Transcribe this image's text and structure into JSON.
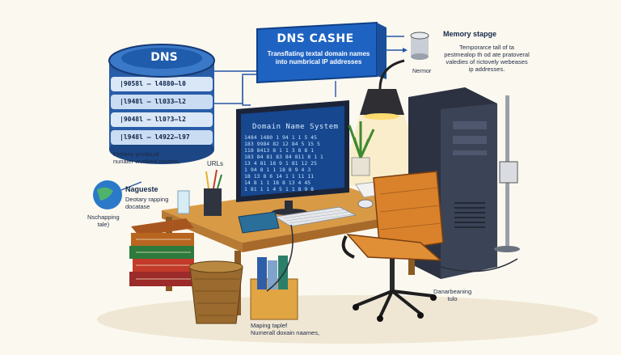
{
  "database": {
    "label": "DNS",
    "rows": [
      "|9058l – l4880–l0",
      "|l948l – ll033–l2",
      "|9048l – ll0?3–l2",
      "|l948l – l4922–l97"
    ]
  },
  "cache_box": {
    "title": "DNS CASHE",
    "subtitle": "Transflating textal domain names into numbrical IP addresses"
  },
  "memory": {
    "title": "Memory stapge",
    "description": "Temporarce tall of ta pestmealop th od ate pratoveral valedies of rictovely webeases ip addresses.",
    "icon_label": "Nermor"
  },
  "monitor": {
    "title": "Domain Name System",
    "lines": [
      "1484 1480 1 94 1 1 5 45",
      "183 9984 82 12 84 5 15 5",
      "118 8413 8 1 1 3 8 8 1",
      "183 84 81 83 84 811 8 1 1",
      "13 4 81 18 9 1 81 12 25",
      "1 94 8 1 1 18 8 9 4 3",
      "18 13 8 6 14 1 1 11 11",
      "14 8 1 1 18 8 13 4 45",
      "1 81 1 1 4 5 1 1 8 9 8"
    ]
  },
  "labels": {
    "left_caption": "Fretairy prodaual\nnunaler wvebeie nwales,",
    "urls": "URLs",
    "globe_title": "Nagueste",
    "globe_desc": "Deotary rapping\ndocatase",
    "mapping_table": "Nschapping\ntale)",
    "bottom_caption": "Maping taplef\nNumerall doxain naames,",
    "right_caption": "Danarbeaning\ntulo"
  },
  "colors": {
    "accent_blue": "#1d63b8",
    "desk_wood": "#c9863a",
    "chair_orange": "#d9822b",
    "tower_dark": "#2c3242",
    "background": "#fbf8ef"
  }
}
